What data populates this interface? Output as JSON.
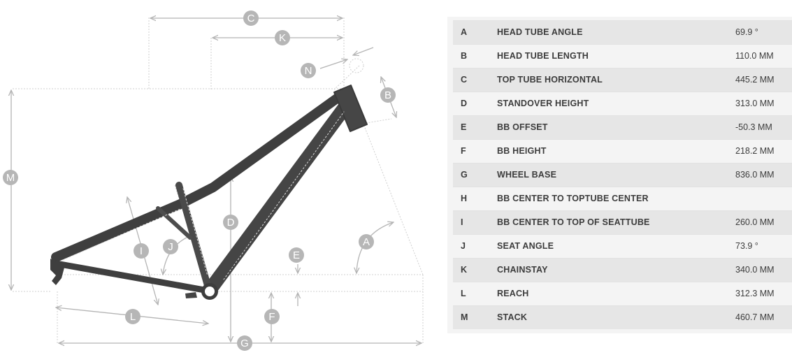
{
  "diagram": {
    "labels": [
      "A",
      "B",
      "C",
      "D",
      "E",
      "F",
      "G",
      "I",
      "J",
      "K",
      "L",
      "M",
      "N"
    ]
  },
  "geometry": {
    "rows": [
      {
        "letter": "A",
        "name": "HEAD TUBE ANGLE",
        "value": "69.9 °"
      },
      {
        "letter": "B",
        "name": "HEAD TUBE LENGTH",
        "value": "110.0 MM"
      },
      {
        "letter": "C",
        "name": "TOP TUBE HORIZONTAL",
        "value": "445.2 MM"
      },
      {
        "letter": "D",
        "name": "STANDOVER HEIGHT",
        "value": "313.0 MM"
      },
      {
        "letter": "E",
        "name": "BB OFFSET",
        "value": "-50.3 MM"
      },
      {
        "letter": "F",
        "name": "BB HEIGHT",
        "value": "218.2 MM"
      },
      {
        "letter": "G",
        "name": "WHEEL BASE",
        "value": "836.0 MM"
      },
      {
        "letter": "H",
        "name": "BB CENTER TO TOPTUBE CENTER",
        "value": ""
      },
      {
        "letter": "I",
        "name": "BB CENTER TO TOP OF SEATTUBE",
        "value": "260.0 MM"
      },
      {
        "letter": "J",
        "name": "SEAT ANGLE",
        "value": "73.9 °"
      },
      {
        "letter": "K",
        "name": "CHAINSTAY",
        "value": "340.0 MM"
      },
      {
        "letter": "L",
        "name": "REACH",
        "value": "312.3 MM"
      },
      {
        "letter": "M",
        "name": "STACK",
        "value": "460.7 MM"
      }
    ]
  }
}
